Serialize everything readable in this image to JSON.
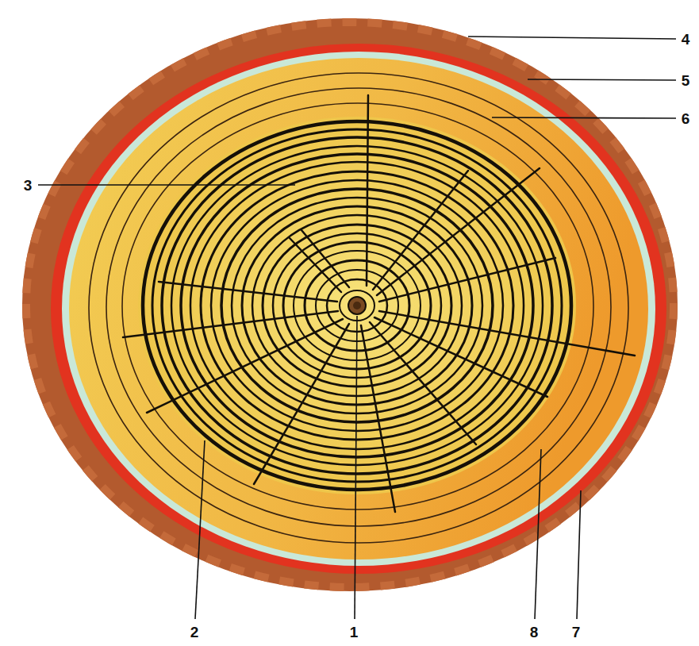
{
  "diagram": {
    "labels": [
      "4",
      "5",
      "6",
      "3",
      "2",
      "1",
      "8",
      "7"
    ]
  }
}
